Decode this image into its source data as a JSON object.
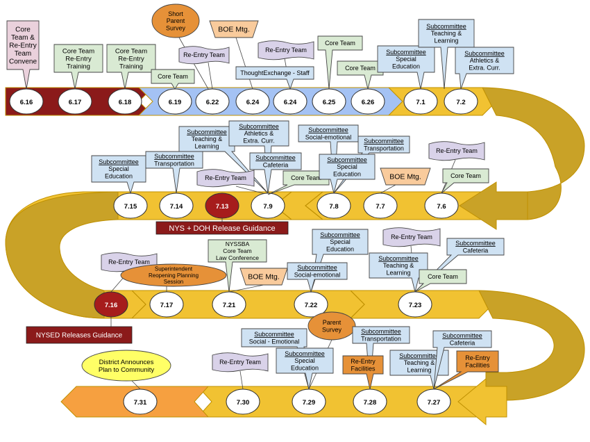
{
  "colors": {
    "arrow_gold": "#f1c232",
    "arrow_gold_dark": "#bf9000",
    "arrow_olive": "#c9a227",
    "arrow_dark_red": "#8b1a1a",
    "arrow_blue": "#a4c2f4",
    "arrow_orange": "#f6a040",
    "node_fill": "#ffffff",
    "node_red": "#a61c1c",
    "label_red": "#8b1a1a",
    "callout_blue": "#cfe2f3",
    "callout_green": "#d9ead3",
    "callout_purple": "#d9d2e9",
    "callout_pink": "#ead1dc",
    "callout_peach": "#f9cb9c",
    "callout_orange_dark": "#e69138",
    "oval_orange": "#e69138",
    "oval_yellow": "#ffff66"
  },
  "rows": [
    {
      "direction": "right",
      "nodes": [
        "6.16",
        "6.17",
        "6.18",
        "6.19",
        "6.22",
        "6.24",
        "6.24",
        "6.25",
        "6.26",
        "7.1",
        "7.2"
      ]
    },
    {
      "direction": "left",
      "nodes": [
        "7.15",
        "7.14",
        "7.13",
        "7.9",
        "7.8",
        "7.7",
        "7.6"
      ]
    },
    {
      "direction": "right",
      "nodes": [
        "7.16",
        "7.17",
        "7.21",
        "7.22",
        "7.23"
      ]
    },
    {
      "direction": "left",
      "nodes": [
        "7.31",
        "7.30",
        "7.29",
        "7.28",
        "7.27"
      ]
    }
  ],
  "milestones": {
    "nys_doh": "NYS + DOH Release Guidance",
    "nysed": "NYSED Releases Guidance",
    "district": [
      "District Announces",
      "Plan to Community"
    ]
  },
  "callouts": {
    "core_team_convene": [
      "Core",
      "Team &",
      "Re-Entry",
      "Team",
      "Convene"
    ],
    "core_reentry_training_1": [
      "Core Team",
      "Re-Entry",
      "Training"
    ],
    "core_reentry_training_2": [
      "Core Team",
      "Re-Entry",
      "Training"
    ],
    "core_team_619": "Core Team",
    "short_parent_survey": [
      "Short",
      "Parent",
      "Survey"
    ],
    "reentry_622": "Re-Entry Team",
    "boe_1": "BOE Mtg.",
    "thoughtexchange": "ThoughtExchange - Staff",
    "reentry_624": "Re-Entry Team",
    "core_team_625a": "Core Team",
    "core_team_625b": "Core Team",
    "sub_sped_71": [
      "Subcommittee",
      "Special",
      "Education"
    ],
    "sub_teach_72": [
      "Subcommittee",
      "Teaching &",
      "Learning"
    ],
    "sub_athl_72": [
      "Subcommittee",
      "Athletics &",
      "Extra. Curr."
    ],
    "sub_sped_715": [
      "Subcommittee",
      "Special",
      "Education"
    ],
    "sub_trans_714": [
      "Subcommittee",
      "Transportation"
    ],
    "sub_teach_79": [
      "Subcommittee",
      "Teaching &",
      "Learning"
    ],
    "sub_athl_79": [
      "Subcommittee",
      "Athletics &",
      "Extra. Curr."
    ],
    "reentry_79": "Re-Entry Team",
    "sub_caf_79": [
      "Subcommittee",
      "Cafeteria"
    ],
    "core_team_79": "Core Team",
    "sub_social_78": [
      "Subcommittee",
      "Social-emotional"
    ],
    "sub_trans_78": [
      "Subcommittee",
      "Transportation"
    ],
    "sub_sped_78": [
      "Subcommittee",
      "Special",
      "Education"
    ],
    "boe_2": "BOE Mtg.",
    "reentry_76": "Re-Entry Team",
    "core_team_76": "Core Team",
    "reentry_716": "Re-Entry Team",
    "supt_session": [
      "Superintendent",
      "Reopening Planning",
      "Session"
    ],
    "nyssba": [
      "NYSSBA",
      "Core Team",
      "Law Conference"
    ],
    "boe_3": "BOE Mtg.",
    "sub_sped_722": [
      "Subcommittee",
      "Special",
      "Education"
    ],
    "sub_social_722": [
      "Subcommittee",
      "Social-emotional"
    ],
    "reentry_723": "Re-Entry Team",
    "sub_caf_723": [
      "Subcommittee",
      "Cafeteria"
    ],
    "sub_teach_723": [
      "Subcommittee",
      "Teaching &",
      "Learning"
    ],
    "core_team_723": "Core Team",
    "parent_survey": [
      "Parent",
      "Survey"
    ],
    "sub_social_729": [
      "Subcommittee",
      "Social - Emotional"
    ],
    "sub_trans_728": [
      "Subcommittee",
      "Transportation"
    ],
    "reentry_730": "Re-Entry Team",
    "sub_sped_729": [
      "Subcommittee",
      "Special",
      "Education"
    ],
    "reentry_fac_728": [
      "Re-Entry",
      "Facilities"
    ],
    "sub_teach_727": [
      "Subcommittee",
      "Teaching &",
      "Learning"
    ],
    "sub_caf_727": [
      "Subcommittee",
      "Cafeteria"
    ],
    "reentry_fac_727": [
      "Re-Entry",
      "Facilities"
    ]
  }
}
